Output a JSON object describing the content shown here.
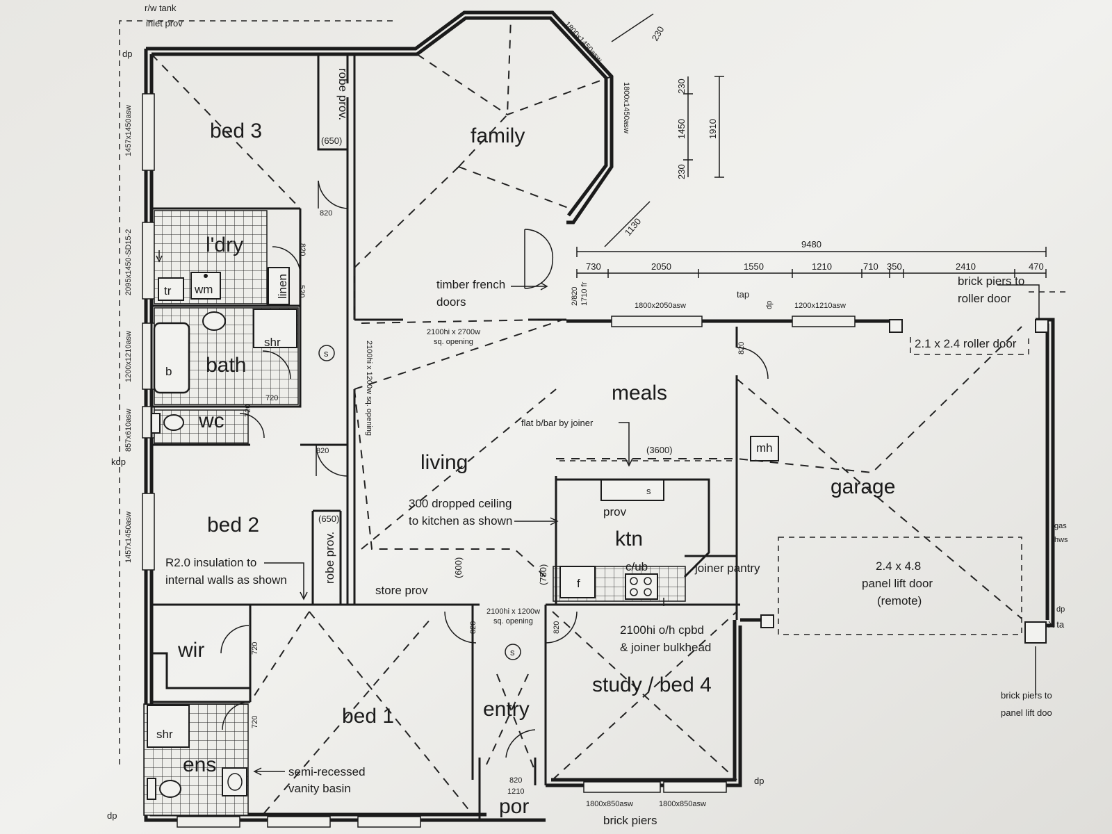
{
  "rooms": {
    "bed3": "bed 3",
    "family": "family",
    "ldry": "l'dry",
    "bath": "bath",
    "wc": "wc",
    "bed2": "bed 2",
    "living": "living",
    "meals": "meals",
    "garage": "garage",
    "ktn": "ktn",
    "wir": "wir",
    "bed1": "bed 1",
    "ens": "ens",
    "entry": "entry",
    "study": "study / bed 4",
    "por": "por"
  },
  "fixtures": {
    "linen": "linen",
    "tr": "tr",
    "wm": "wm",
    "shr_bath": "shr",
    "b": "b",
    "shr_ens": "shr",
    "mh": "mh",
    "s_kitchen": "s",
    "prov": "prov",
    "cub": "c/ub",
    "f": "f",
    "joiner_pantry": "joiner pantry",
    "s_smoke1": "s",
    "s_smoke2": "s"
  },
  "labels": {
    "rw_tank": "r/w tank",
    "inlet_prov": "inlet prov",
    "robe_prov_top": "robe prov.",
    "robe_prov_top_dim": "(650)",
    "robe_prov_bottom": "robe prov.",
    "robe_prov_bottom_dim": "(650)",
    "timber_french": "timber french",
    "doors": "doors",
    "opening1_a": "2100hi x 2700w",
    "opening1_b": "sq. opening",
    "opening2": "2100hi x 1200w sq. opening",
    "opening3_a": "2100hi x 1200w",
    "opening3_b": "sq. opening",
    "flat_bbar": "flat b/bar by joiner",
    "dim3600": "(3600)",
    "dropped1": "300 dropped ceiling",
    "dropped2": "to kitchen as shown",
    "r20_1": "R2.0 insulation to",
    "r20_2": "internal walls as shown",
    "store_prov": "store prov",
    "dim600": "(600)",
    "dim750": "(750)",
    "cpbd1": "2100hi o/h cpbd",
    "cpbd2": "& joiner bulkhead",
    "semi1": "semi-recessed",
    "semi2": "vanity basin",
    "brick_piers_roller1": "brick piers to",
    "brick_piers_roller2": "roller door",
    "roller_door": "2.1 x 2.4 roller door",
    "panel1": "2.4 x 4.8",
    "panel2": "panel lift door",
    "panel3": "(remote)",
    "brick_piers_panel1": "brick piers to",
    "brick_piers_panel2": "panel lift doo",
    "brick_piers": "brick piers",
    "tap": "tap",
    "gas": "gas",
    "hws": "hws",
    "xta": "X ta"
  },
  "dimensions": {
    "d9480": "9480",
    "d730": "730",
    "d2050": "2050",
    "d1550": "1550",
    "d1210": "1210",
    "d710": "710",
    "d350": "350",
    "d2410": "2410",
    "d470": "470",
    "d230a": "230",
    "d1450": "1450",
    "d230b": "230",
    "d1910": "1910",
    "d230c": "230",
    "d1130": "1130",
    "d2820": "2/820",
    "d1710": "1710 fr",
    "d820_bed3": "820",
    "d820_ldry": "820",
    "d520": "520",
    "d720_bath": "720",
    "d720_wc": "720",
    "d820_bed2": "820",
    "d820_meals": "820",
    "d720_wir": "720",
    "d720_ens": "720",
    "d820_entryL": "820",
    "d820_entryR": "820",
    "d820_por": "820",
    "d1210_por": "1210"
  },
  "windows": {
    "w_bed3": "1457x1450asw",
    "w_ldry": "2095x1450-SD15-2",
    "w_bath": "1200x1210asw",
    "w_wc": "857x610asw",
    "w_bed2": "1457x1450asw",
    "w_family_side": "1800x1450asw",
    "w_family_diag": "1800x1450asw",
    "w_meals": "1800x2050asw",
    "w_meals2": "1200x1210asw",
    "w_study1": "1800x850asw",
    "w_study2": "1800x850asw"
  },
  "markers": {
    "dp1": "dp",
    "dp2": "dp",
    "dp3": "dp",
    "dp4": "dp",
    "dp5": "dp",
    "kdp": "kdp"
  }
}
